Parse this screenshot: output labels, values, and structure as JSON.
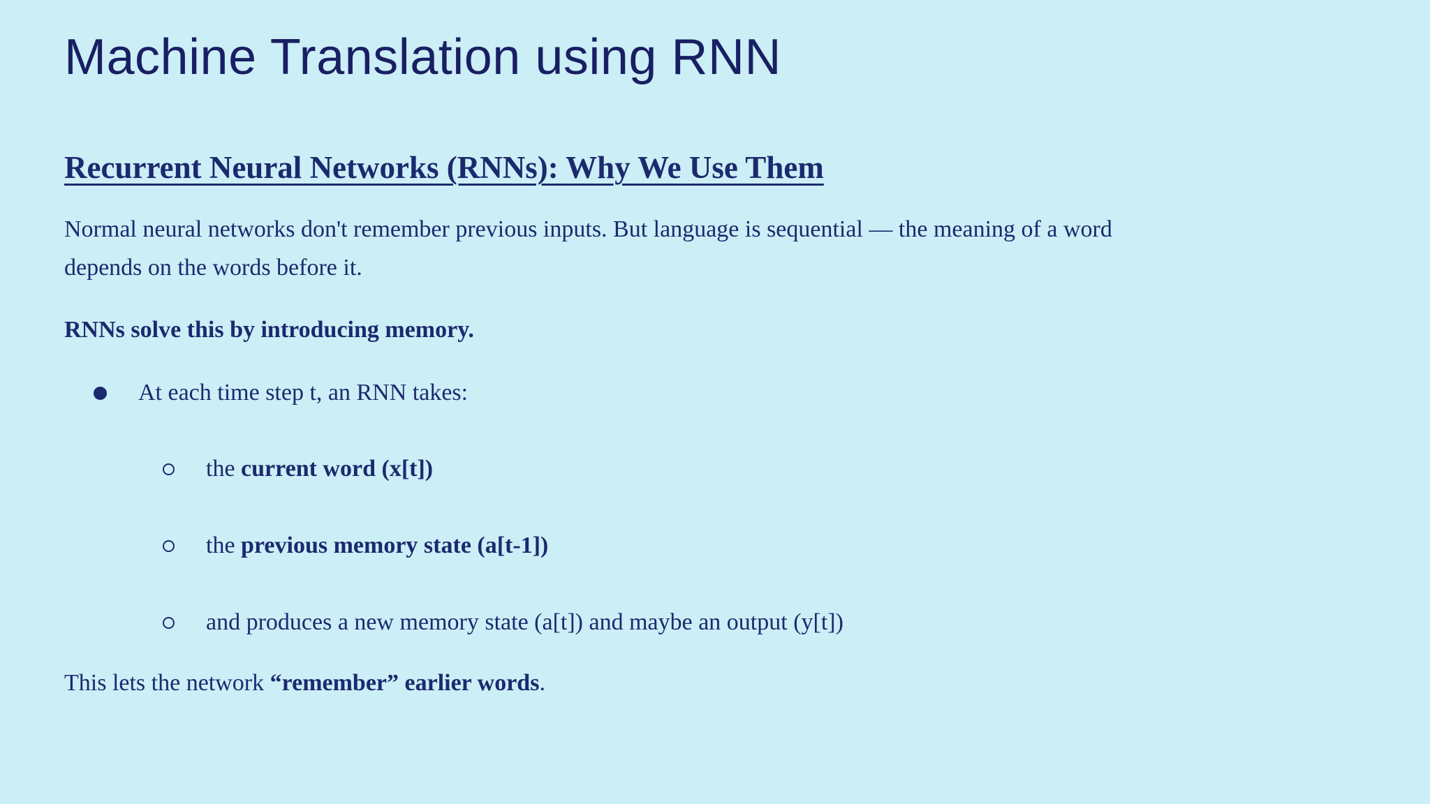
{
  "slide": {
    "background_color": "#cceef6",
    "title_color": "#191f63",
    "text_color": "#1b2a6e",
    "title": "Machine Translation using RNN",
    "section_heading": "Recurrent Neural Networks (RNNs): Why We Use Them",
    "paragraph": "Normal neural networks don't remember previous inputs. But language is sequential — the meaning of a word\ndepends on the words before it.",
    "bold_statement": "RNNs solve this by introducing memory.",
    "bullet_level1": "At each time step t, an RNN takes:",
    "sub_bullets": [
      {
        "prefix": "the ",
        "bold": "current word (x[t])",
        "suffix": ""
      },
      {
        "prefix": "the ",
        "bold": "previous memory state (a[t-1])",
        "suffix": ""
      },
      {
        "prefix": "and produces a new memory state (a[t]) and maybe an output (y[t])",
        "bold": "",
        "suffix": ""
      }
    ],
    "closing": {
      "prefix": "This lets the network ",
      "bold": "“remember” earlier words",
      "suffix": "."
    }
  }
}
